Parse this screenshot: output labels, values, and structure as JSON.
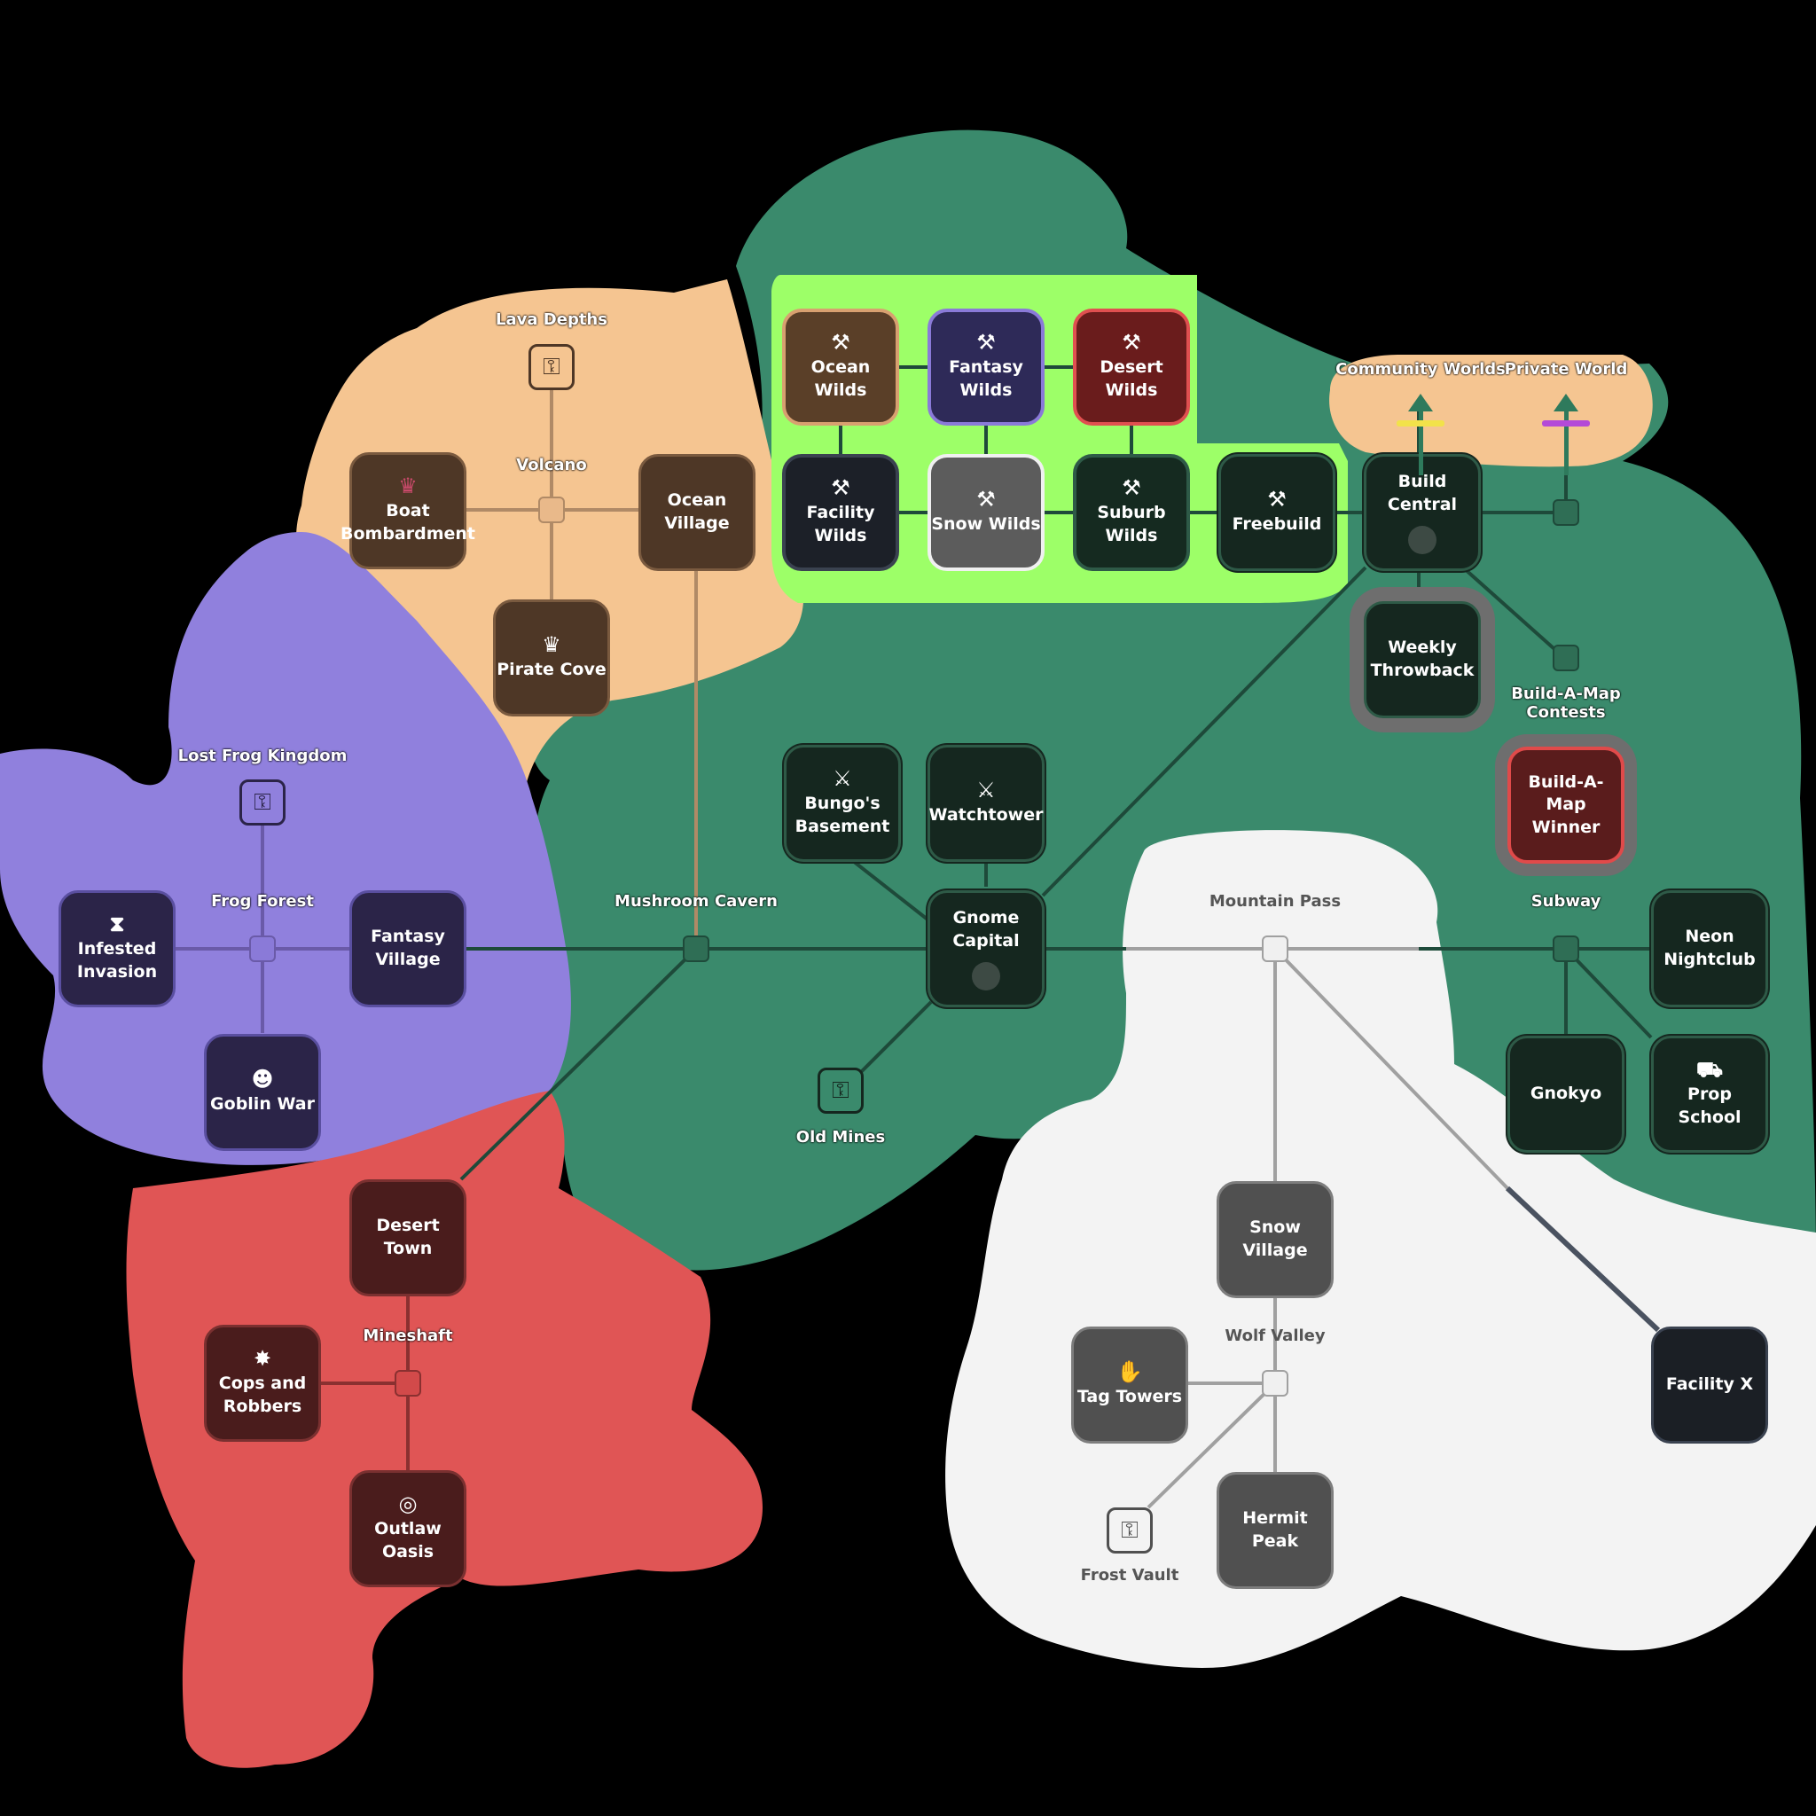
{
  "colors": {
    "green_region": "#3a8a6c",
    "beige_region": "#f5c591",
    "purple_region": "#9080dd",
    "red_region": "#e05555",
    "snow_region": "#f3f3f3",
    "wilds_highlight": "#9dff68",
    "community_bar": "#f2e24a",
    "private_bar": "#b44ad8"
  },
  "areas": {
    "lava_depths": "Lava Depths",
    "volcano": "Volcano",
    "lost_frog_kingdom": "Lost Frog Kingdom",
    "frog_forest": "Frog Forest",
    "mushroom_cavern": "Mushroom Cavern",
    "mineshaft": "Mineshaft",
    "old_mines": "Old Mines",
    "mountain_pass": "Mountain Pass",
    "wolf_valley": "Wolf Valley",
    "frost_vault": "Frost Vault",
    "subway": "Subway",
    "build_a_map_contests": "Build-A-Map\nContests",
    "community_worlds": "Community Worlds",
    "private_world": "Private World"
  },
  "maps": {
    "ocean_wilds": {
      "label": "Ocean Wilds",
      "icon": "hammer-wrench-icon",
      "glyph": "⚒"
    },
    "fantasy_wilds": {
      "label": "Fantasy Wilds",
      "icon": "hammer-wrench-icon",
      "glyph": "⚒"
    },
    "desert_wilds": {
      "label": "Desert Wilds",
      "icon": "hammer-wrench-icon",
      "glyph": "⚒"
    },
    "facility_wilds": {
      "label": "Facility Wilds",
      "icon": "hammer-wrench-icon",
      "glyph": "⚒"
    },
    "snow_wilds": {
      "label": "Snow Wilds",
      "icon": "hammer-wrench-icon",
      "glyph": "⚒"
    },
    "suburb_wilds": {
      "label": "Suburb Wilds",
      "icon": "hammer-wrench-icon",
      "glyph": "⚒"
    },
    "freebuild": {
      "label": "Freebuild",
      "icon": "hammer-wrench-icon",
      "glyph": "⚒"
    },
    "build_central": {
      "label": "Build Central"
    },
    "weekly_throwback": {
      "label": "Weekly\nThrowback"
    },
    "build_a_map_winner": {
      "label": "Build-A-Map\nWinner"
    },
    "boat_bombardment": {
      "label": "Boat\nBombardment",
      "icon": "crowns-icon",
      "glyph": "♛"
    },
    "ocean_village": {
      "label": "Ocean Village"
    },
    "pirate_cove": {
      "label": "Pirate Cove",
      "icon": "crown-icon",
      "glyph": "♛"
    },
    "infested_invasion": {
      "label": "Infested\nInvasion",
      "icon": "hourglass-icon",
      "glyph": "⧗"
    },
    "fantasy_village": {
      "label": "Fantasy\nVillage"
    },
    "goblin_war": {
      "label": "Goblin War",
      "icon": "goblin-face-icon",
      "glyph": "☻"
    },
    "bungos_basement": {
      "label": "Bungo's\nBasement",
      "icon": "crossed-swords-icon",
      "glyph": "⚔"
    },
    "watchtower": {
      "label": "Watchtower",
      "icon": "crossed-swords-icon",
      "glyph": "⚔"
    },
    "gnome_capital": {
      "label": "Gnome\nCapital"
    },
    "desert_town": {
      "label": "Desert Town"
    },
    "cops_and_robbers": {
      "label": "Cops and\nRobbers",
      "icon": "sheriff-star-icon",
      "glyph": "✸"
    },
    "outlaw_oasis": {
      "label": "Outlaw Oasis",
      "icon": "target-icon",
      "glyph": "◎"
    },
    "neon_nightclub": {
      "label": "Neon\nNightclub"
    },
    "gnokyo": {
      "label": "Gnokyo"
    },
    "prop_school": {
      "label": "Prop School",
      "icon": "truck-icon",
      "glyph": "⛟"
    },
    "snow_village": {
      "label": "Snow Village"
    },
    "tag_towers": {
      "label": "Tag Towers",
      "icon": "hand-icon",
      "glyph": "✋"
    },
    "hermit_peak": {
      "label": "Hermit Peak"
    },
    "facility_x": {
      "label": "Facility X"
    }
  }
}
